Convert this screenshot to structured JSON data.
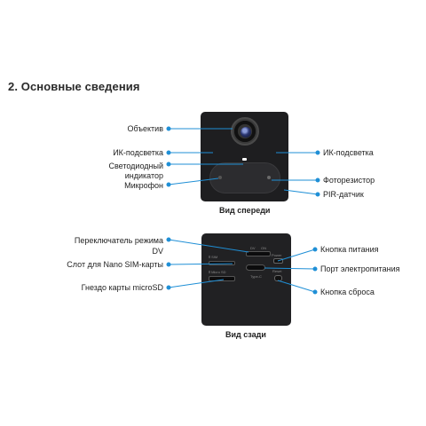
{
  "heading": "2. Основные сведения",
  "front": {
    "caption": "Вид спереди",
    "labels": {
      "lens": "Объектив",
      "ir_left": "ИК-подсветка",
      "led_line1": "Светодиодный",
      "led_line2": "индикатор",
      "mic": "Микрофон",
      "ir_right": "ИК-подсветка",
      "photoresistor": "Фоторезистор",
      "pir": "PIR-датчик"
    }
  },
  "back": {
    "caption": "Вид сзади",
    "labels": {
      "switch_line1": "Переключатель режима",
      "switch_line2": "DV",
      "sim": "Слот для Nano SIM-карты",
      "sd": "Гнездо карты microSD",
      "power_button": "Кнопка питания",
      "power_port": "Порт электропитания",
      "reset": "Кнопка сброса"
    },
    "silk": {
      "sim": "Ⅱ SIM",
      "sd": "Ⅱ Micro SD",
      "dv": "DV",
      "on": "ON",
      "power": "Power",
      "reset": "Reset",
      "type_c": "Type-C"
    }
  },
  "colors": {
    "accent": "#1f8fd6",
    "body": "#1e1e20"
  }
}
